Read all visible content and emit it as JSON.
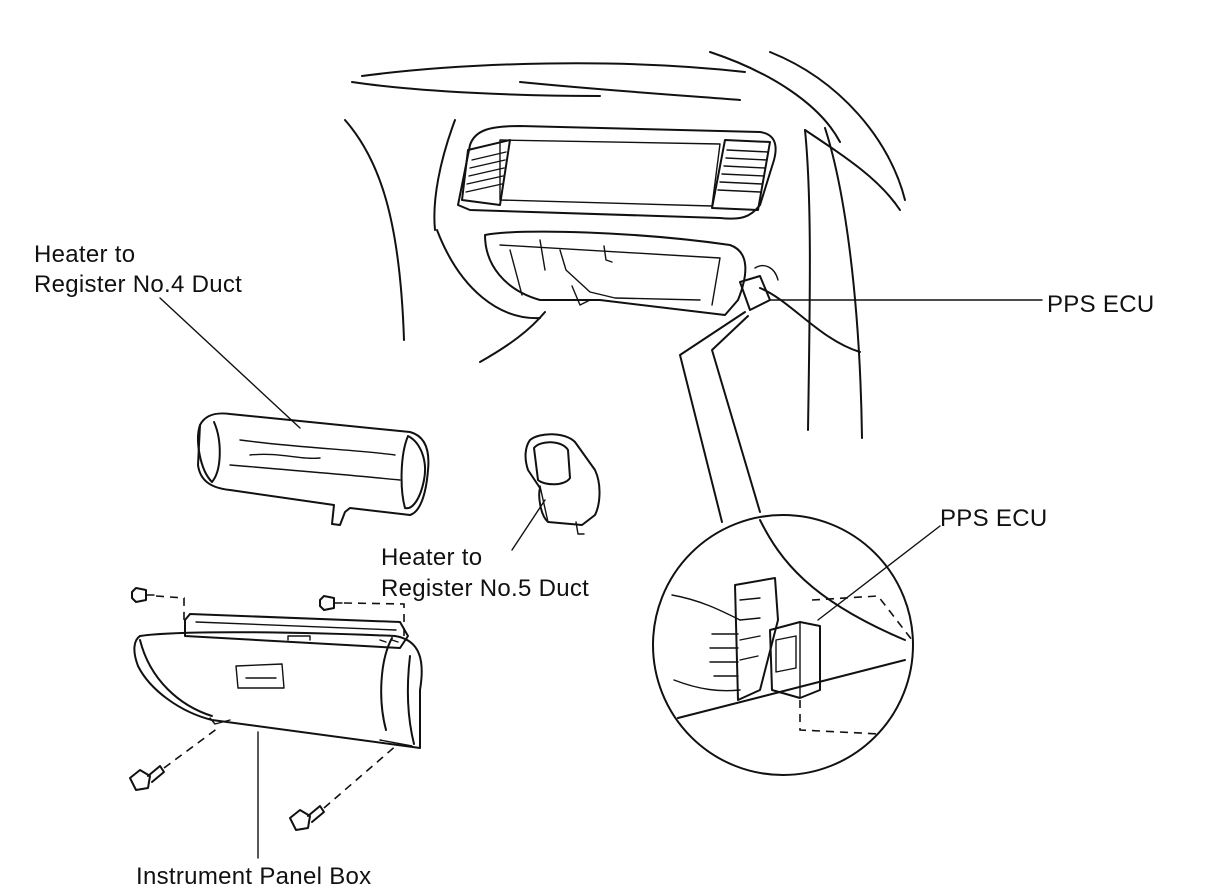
{
  "labels": {
    "heater_no4_line1": "Heater to",
    "heater_no4_line2": "Register No.4 Duct",
    "heater_no5_line1": "Heater to",
    "heater_no5_line2": "Register No.5 Duct",
    "pps_ecu_top": "PPS ECU",
    "pps_ecu_detail": "PPS ECU",
    "instrument_panel_box": "Instrument Panel Box"
  }
}
